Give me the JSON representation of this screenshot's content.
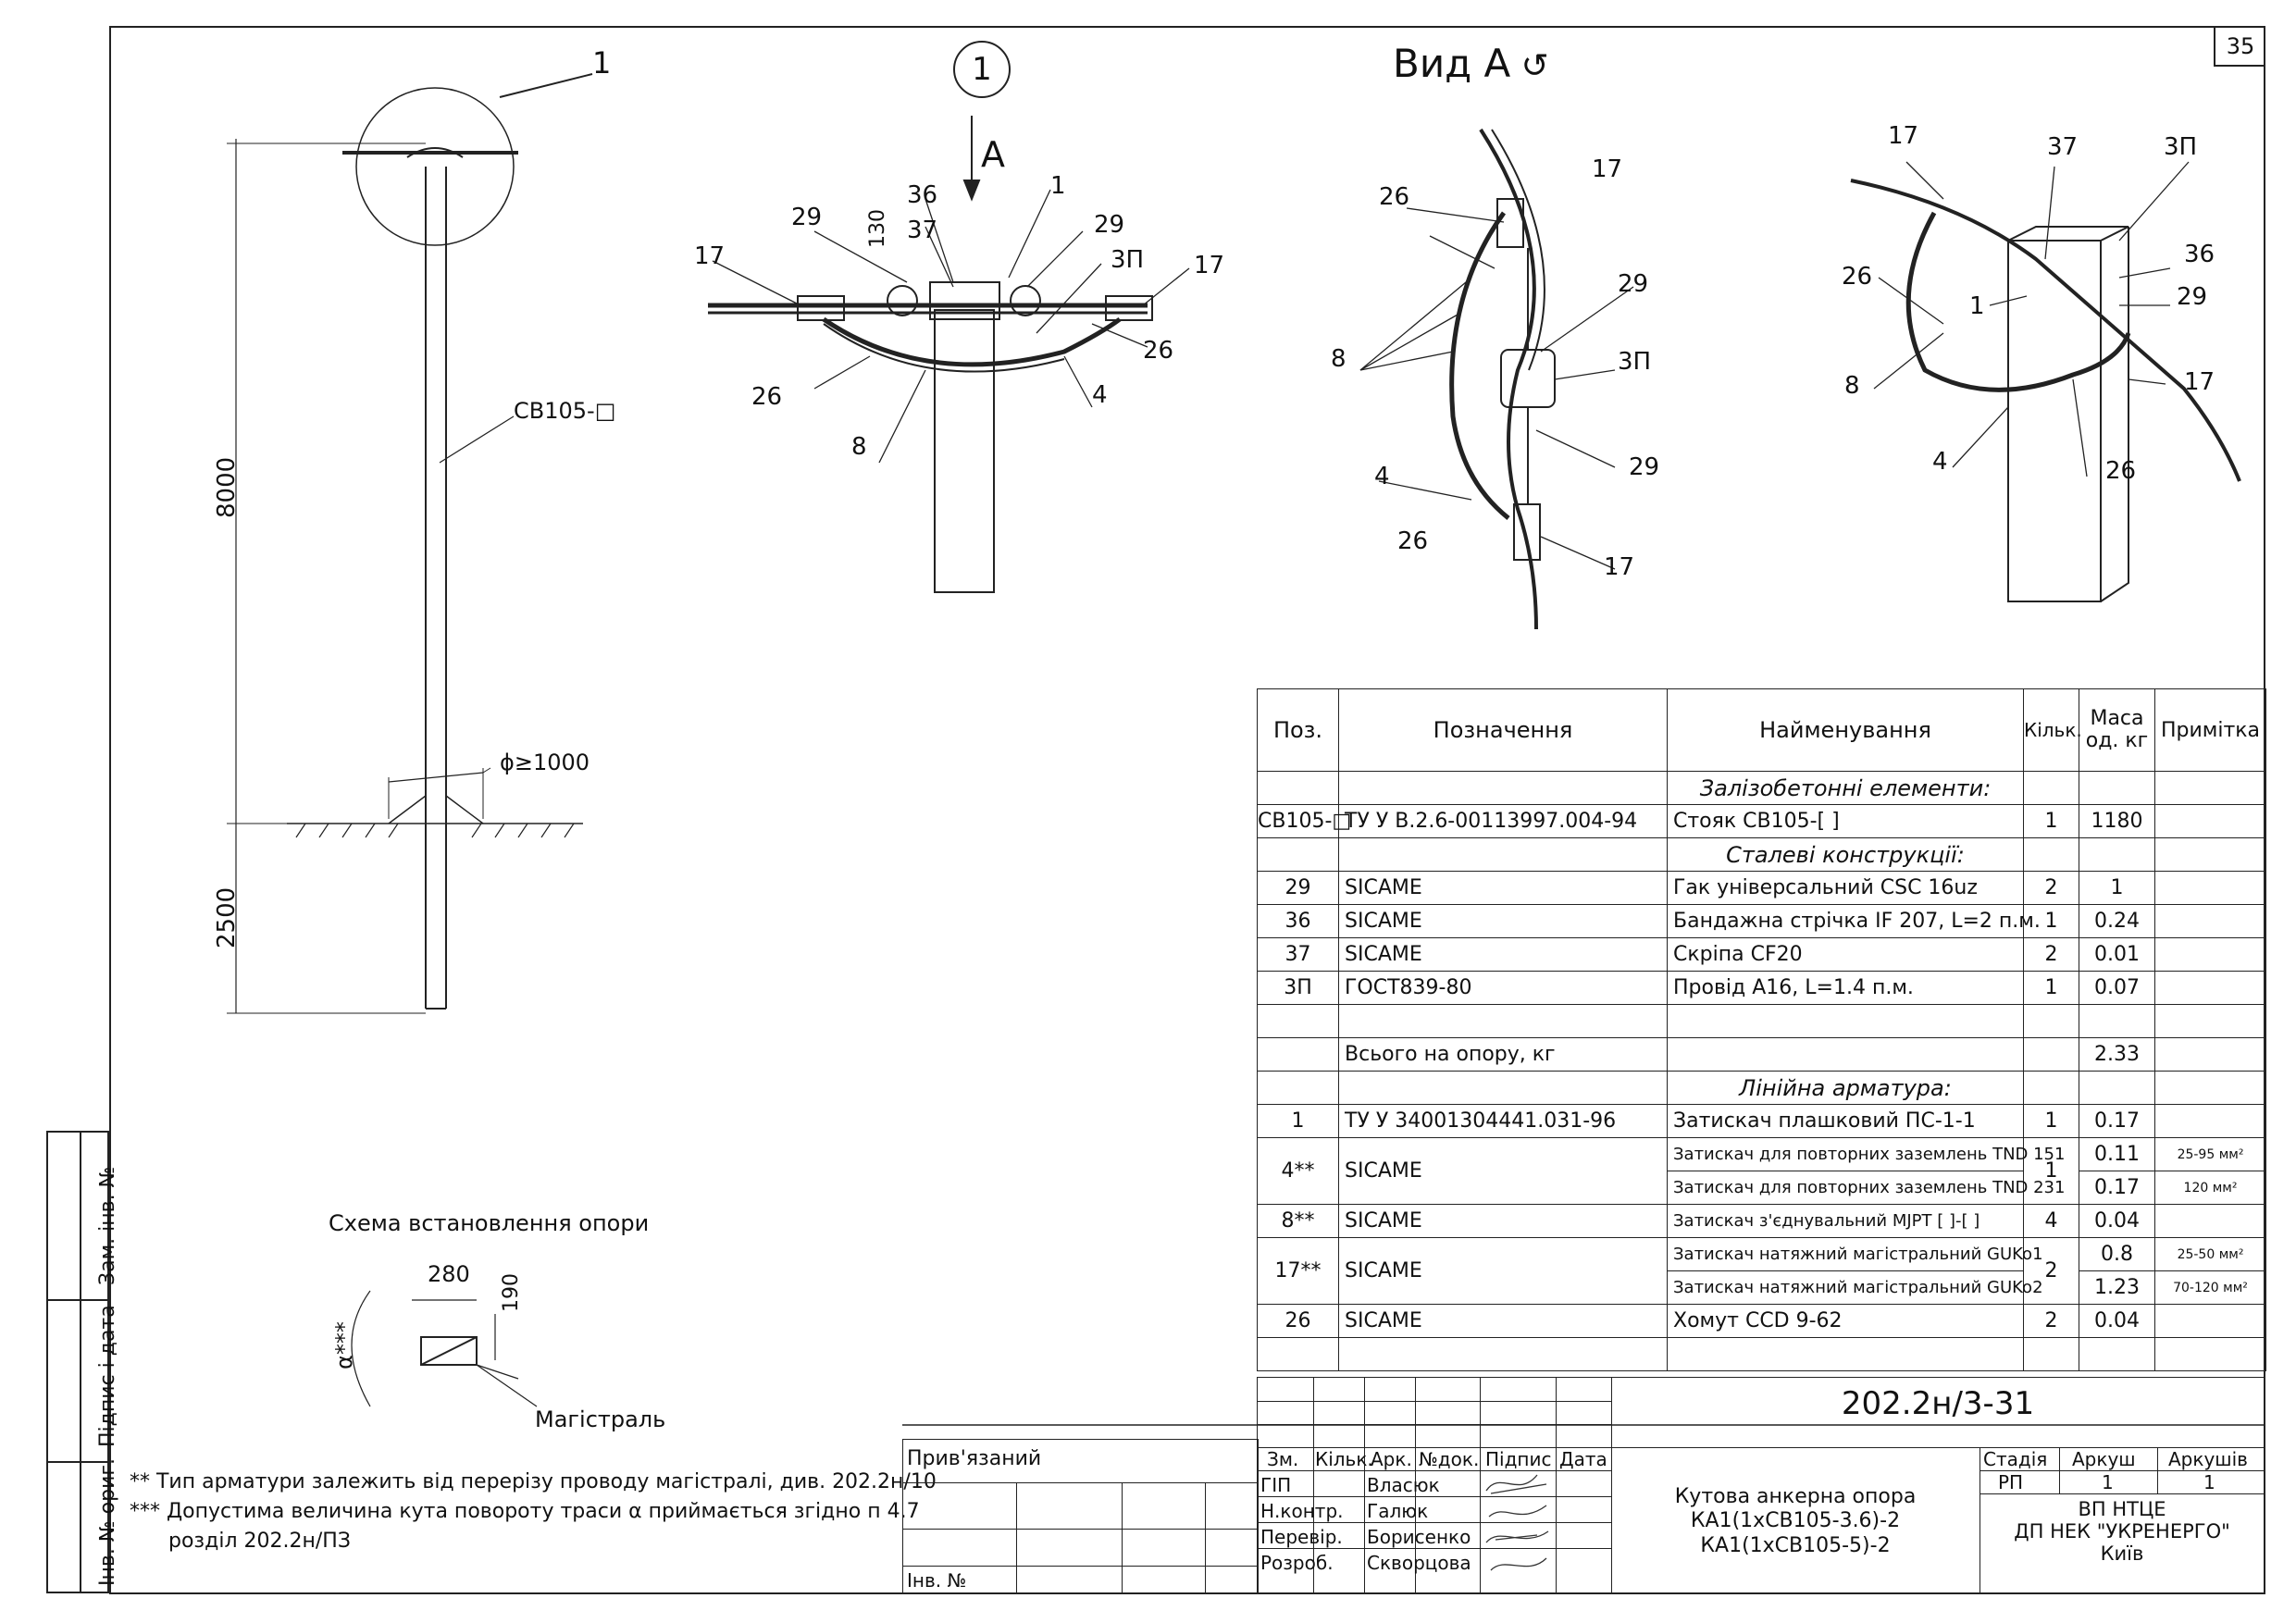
{
  "sheet_number": "35",
  "drawing": {
    "view_title": "Вид А",
    "callout_1": "1",
    "callout_circle": "1",
    "view_arrow_label": "А",
    "pole_label": "СВ105-□",
    "dim_height": "8000",
    "dim_depth": "2500",
    "dim_diameter": "ϕ≥1000",
    "dim_130": "130",
    "labels": [
      "29",
      "36",
      "37",
      "1",
      "29",
      "3П",
      "17",
      "17",
      "26",
      "26",
      "4",
      "8",
      "26",
      "17",
      "29",
      "3П",
      "29",
      "8",
      "4",
      "26",
      "17",
      "17",
      "37",
      "3П",
      "36",
      "29",
      "26",
      "1",
      "8",
      "4",
      "17",
      "26"
    ]
  },
  "scheme": {
    "title": "Схема встановлення опори",
    "dim_280": "280",
    "dim_190": "190",
    "alpha": "α***",
    "mainline": "Магістраль"
  },
  "side_stamp": [
    "Інв. № ориг.",
    "Підпис і дата",
    "Зам. інв. №"
  ],
  "spec_table": {
    "headers": [
      "Поз.",
      "Позначення",
      "Найменування",
      "Кільк.",
      "Маса од. кг",
      "Примітка"
    ],
    "sec_rc": "Залізобетонні елементи:",
    "sec_steel": "Сталеві конструкції:",
    "sec_fittings": "Лінійна арматура:",
    "rows_rc": [
      {
        "pos": "СВ105-□",
        "designation": "ТУ У В.2.6-00113997.004-94",
        "name": "Стояк СВ105-[     ]",
        "qty": "1",
        "mass": "1180",
        "note": ""
      }
    ],
    "rows_steel": [
      {
        "pos": "29",
        "designation": "SICAME",
        "name": "Гак універсальний CSC 16uz",
        "qty": "2",
        "mass": "1",
        "note": ""
      },
      {
        "pos": "36",
        "designation": "SICAME",
        "name": "Бандажна стрічка IF 207, L=2 п.м.",
        "qty": "1",
        "mass": "0.24",
        "note": ""
      },
      {
        "pos": "37",
        "designation": "SICAME",
        "name": "Скріпа CF20",
        "qty": "2",
        "mass": "0.01",
        "note": ""
      },
      {
        "pos": "3П",
        "designation": "ГОСТ839-80",
        "name": "Провід А16, L=1.4 п.м.",
        "qty": "1",
        "mass": "0.07",
        "note": ""
      }
    ],
    "total": {
      "label": "Всього на опору, кг",
      "mass": "2.33"
    },
    "rows_fit": [
      {
        "pos": "1",
        "designation": "ТУ У 34001304441.031-96",
        "name": "Затискач плашковий ПС-1-1",
        "qty": "1",
        "mass": "0.17",
        "note": ""
      },
      {
        "pos": "4**",
        "designation": "SICAME",
        "name_a": "Затискач для повторних заземлень TND 151",
        "name_b": "Затискач для повторних заземлень TND 231",
        "qty": "1",
        "mass_a": "0.11",
        "mass_b": "0.17",
        "note_a": "25-95 мм²",
        "note_b": "120 мм²"
      },
      {
        "pos": "8**",
        "designation": "SICAME",
        "name": "Затискач з'єднувальний MJPT [   ]-[   ]",
        "qty": "4",
        "mass": "0.04",
        "note": ""
      },
      {
        "pos": "17**",
        "designation": "SICAME",
        "name_a": "Затискач натяжний магістральний GUKo1",
        "name_b": "Затискач натяжний магістральний GUKo2",
        "qty": "2",
        "mass_a": "0.8",
        "mass_b": "1.23",
        "note_a": "25-50 мм²",
        "note_b": "70-120 мм²"
      },
      {
        "pos": "26",
        "designation": "SICAME",
        "name": "Хомут CCD 9-62",
        "qty": "2",
        "mass": "0.04",
        "note": ""
      }
    ]
  },
  "notes": [
    "** Тип арматури залежить від перерізу проводу магістралі, див. 202.2н/10",
    "*** Допустима величина кута повороту траси α приймається згідно п 4.7",
    "розділ 202.2н/ПЗ"
  ],
  "title_block": {
    "linked": "Прив'язаний",
    "inv_no": "Інв. №",
    "doc_code": "202.2н/3-31",
    "col_headers": [
      "Зм.",
      "Кільк.",
      "Арк.",
      "№док.",
      "Підпис",
      "Дата"
    ],
    "roles": [
      "ГІП",
      "Н.контр.",
      "Перевір.",
      "Розроб."
    ],
    "names": [
      "Власюк",
      "Галюк",
      "Борисенко",
      "Скворцова"
    ],
    "title_lines": [
      "Кутова анкерна опора",
      "КА1(1хСВ105-3.6)-2",
      "КА1(1хСВ105-5)-2"
    ],
    "stage_label": "Стадія",
    "sheet_label": "Аркуш",
    "sheets_label": "Аркушів",
    "stage": "РП",
    "sheet": "1",
    "sheets": "1",
    "org_lines": [
      "ВП НТЦЕ",
      "ДП НЕК \"УКРЕНЕРГО\"",
      "Київ"
    ]
  }
}
